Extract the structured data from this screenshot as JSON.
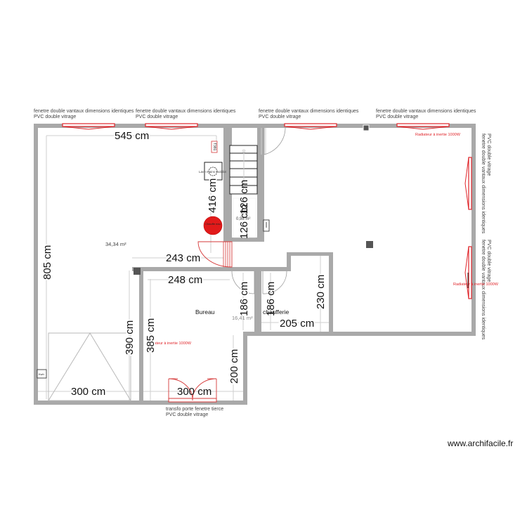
{
  "plan": {
    "watermark": "www.archifacile.fr",
    "colors": {
      "wall": "#a9a9a9",
      "window": "#e0262b",
      "water_heater": "#e11a1a",
      "pillar": "#555555"
    },
    "windows_top": [
      {
        "line1": "fenetre double vantaux dimensions identiques",
        "line2": "PVC double vitrage"
      },
      {
        "line1": "fenetre double vantaux dimensions identiques",
        "line2": "PVC double vitrage"
      },
      {
        "line1": "fenetre double vantaux dimensions identiques",
        "line2": "PVC double vitrage"
      },
      {
        "line1": "fenetre double vantaux dimensions identiques",
        "line2": "PVC double vitrage"
      }
    ],
    "windows_right": [
      {
        "line1": "fenetre double vantaux dimensions identiques",
        "line2": "PVC double vitrage"
      },
      {
        "line1": "fenetre double vantaux dimensions identiques",
        "line2": "PVC double vitrage"
      }
    ],
    "bottom_door": {
      "line1": "transfo porte fenetre tierce",
      "line2": "PVC double vitrage"
    },
    "radiators": [
      "Radiateur à inertie 1000W",
      "Radiateur à inertie 1000W",
      "Radiateur à inertie 1000W"
    ],
    "rooms": {
      "main_area": "34,34 m²",
      "bureau_name": "Bureau",
      "bureau_area": "16,41 m²",
      "chaufferie_name": "chaufferie",
      "small_area": "0,98 m²"
    },
    "fixtures": {
      "sink": "Lave mains Inobilot",
      "water_heater": "Chauffe eau",
      "small_tag": "T381",
      "meter": "Kwh"
    },
    "dimensions": {
      "top_width": "545 cm",
      "left_height": "805 cm",
      "stair_vertical": "416 cm",
      "wc_height": "126 cm",
      "hall_243": "243 cm",
      "bureau_width": "248 cm",
      "hall_390": "390 cm",
      "bureau_385": "385 cm",
      "door_186_a": "186 cm",
      "door_186_b": "186 cm",
      "chaufferie_230": "230 cm",
      "chaufferie_205": "205 cm",
      "bottom_200": "200 cm",
      "garage_300": "300 cm",
      "bureau_300": "300 cm"
    }
  }
}
